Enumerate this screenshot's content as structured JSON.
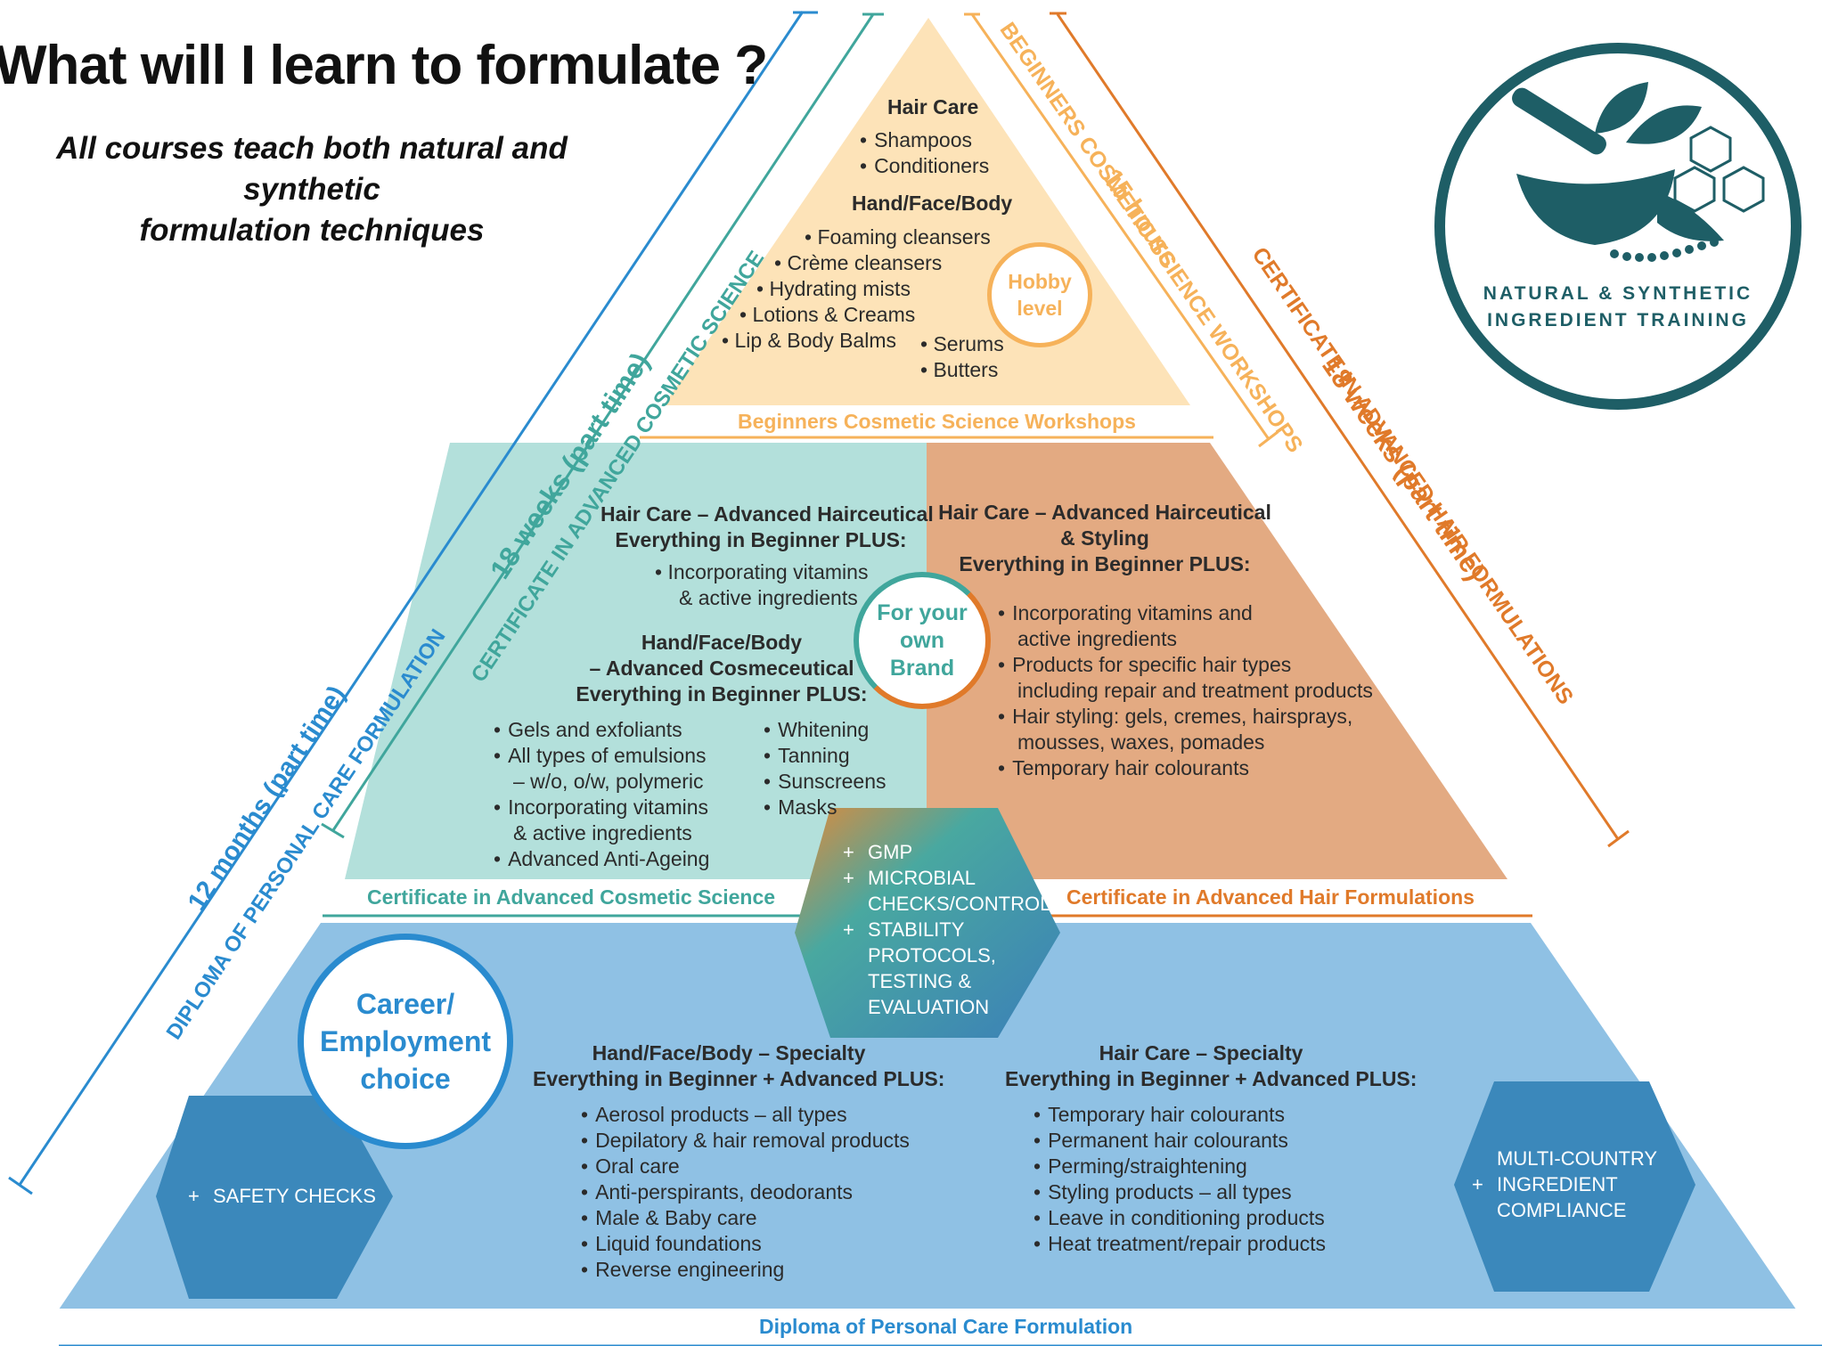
{
  "header": {
    "title": "What will I learn to formulate ?",
    "subtitle_line1": "All courses teach both natural and synthetic",
    "subtitle_line2": "formulation techniques"
  },
  "logo": {
    "line1": "NATURAL & SYNTHETIC",
    "line2": "INGREDIENT TRAINING"
  },
  "top_tier": {
    "hair_heading": "Hair Care",
    "hair_items": [
      "Shampoos",
      "Conditioners"
    ],
    "hfb_heading": "Hand/Face/Body",
    "hfb_items": [
      "Foaming cleansers",
      "Crème cleansers",
      "Hydrating mists",
      "Lotions & Creams",
      "Lip & Body Balms"
    ],
    "hfb_items_right": [
      "Serums",
      "Butters"
    ],
    "badge": "Hobby level",
    "label": "Beginners Cosmetic Science Workshops"
  },
  "middle_left": {
    "hair_heading_1": "Hair Care  – Advanced Hairceutical",
    "hair_heading_2": "Everything in Beginner PLUS:",
    "hair_item_1": "Incorporating vitamins",
    "hair_item_1b": "& active ingredients",
    "hfb_heading_1": "Hand/Face/Body",
    "hfb_heading_2": "– Advanced Cosmeceutical",
    "hfb_heading_3": "Everything in Beginner PLUS:",
    "list_col1": [
      {
        "text": "Gels and exfoliants",
        "bullet": true
      },
      {
        "text": "All types of emulsions",
        "bullet": true
      },
      {
        "text": "– w/o, o/w, polymeric",
        "bullet": false
      },
      {
        "text": "Incorporating vitamins",
        "bullet": true
      },
      {
        "text": "& active ingredients",
        "bullet": false
      },
      {
        "text": "Advanced Anti-Ageing",
        "bullet": true
      }
    ],
    "list_col2": [
      "Whitening",
      "Tanning",
      "Sunscreens",
      "Masks"
    ],
    "label": "Certificate in Advanced Cosmetic Science"
  },
  "middle_right": {
    "heading_1": "Hair Care – Advanced Hairceutical",
    "heading_2": "& Styling",
    "heading_3": "Everything in Beginner PLUS:",
    "items": [
      {
        "text": "Incorporating vitamins and",
        "bullet": true
      },
      {
        "text": "active ingredients",
        "bullet": false
      },
      {
        "text": "Products for specific hair types",
        "bullet": true
      },
      {
        "text": "including repair and treatment products",
        "bullet": false
      },
      {
        "text": "Hair styling: gels, cremes, hairsprays,",
        "bullet": true
      },
      {
        "text": "mousses, waxes, pomades",
        "bullet": false
      },
      {
        "text": "Temporary hair colourants",
        "bullet": true
      }
    ],
    "label": "Certificate in Advanced Hair Formulations"
  },
  "brand_badge": "For your own Brand",
  "center_hex": {
    "items": [
      {
        "text": "GMP",
        "plus": true
      },
      {
        "text": "MICROBIAL",
        "plus": true
      },
      {
        "text": "CHECKS/CONTROL",
        "plus": false
      },
      {
        "text": "STABILITY",
        "plus": true
      },
      {
        "text": "PROTOCOLS,",
        "plus": false
      },
      {
        "text": "TESTING &",
        "plus": false
      },
      {
        "text": "EVALUATION",
        "plus": false
      }
    ]
  },
  "bottom_tier": {
    "career_badge": "Career/ Employment choice",
    "safety": "SAFETY CHECKS",
    "hfb_heading_1": "Hand/Face/Body – Specialty",
    "hfb_heading_2": "Everything in Beginner + Advanced PLUS:",
    "hfb_items": [
      "Aerosol products – all types",
      "Depilatory & hair removal products",
      "Oral care",
      "Anti-perspirants, deodorants",
      "Male & Baby care",
      "Liquid foundations",
      "Reverse engineering"
    ],
    "hair_heading_1": "Hair Care  – Specialty",
    "hair_heading_2": "Everything in Beginner + Advanced PLUS:",
    "hair_items": [
      "Temporary hair colourants",
      "Permanent hair colourants",
      "Perming/straightening",
      "Styling products – all types",
      "Leave in conditioning products",
      "Heat treatment/repair products"
    ],
    "compliance": [
      "MULTI-COUNTRY",
      "INGREDIENT",
      "COMPLIANCE"
    ],
    "label": "Diploma of Personal Care Formulation"
  },
  "side_labels": {
    "beginner_duration": "15 hours",
    "beginner_name": "BEGINNERS COSMETIC SCIENCE WORKSHOPS",
    "hair_duration": "18 weeks (part time)",
    "hair_name": "CERTIFICATE IN ADVANCED HAIR FORMULATIONS",
    "cosmetic_duration": "18 weeks (part time)",
    "cosmetic_name": "CERTIFICATE IN ADVANCED COSMETIC SCIENCE",
    "diploma_duration": "12 months (part time)",
    "diploma_name": "DIPLOMA OF PERSONAL CARE FORMULATION"
  },
  "colors": {
    "beginner_fill": "#fde3b8",
    "beginner_accent": "#f6b25a",
    "cosmetic_fill": "#b3e0db",
    "cosmetic_accent": "#40a69c",
    "hair_fill": "#e3aa82",
    "hair_accent": "#e07a2a",
    "diploma_fill": "#8fc1e4",
    "diploma_accent": "#2a8bcf",
    "hex_fill": "#3b8dbd",
    "logo_teal": "#1e5e66"
  }
}
